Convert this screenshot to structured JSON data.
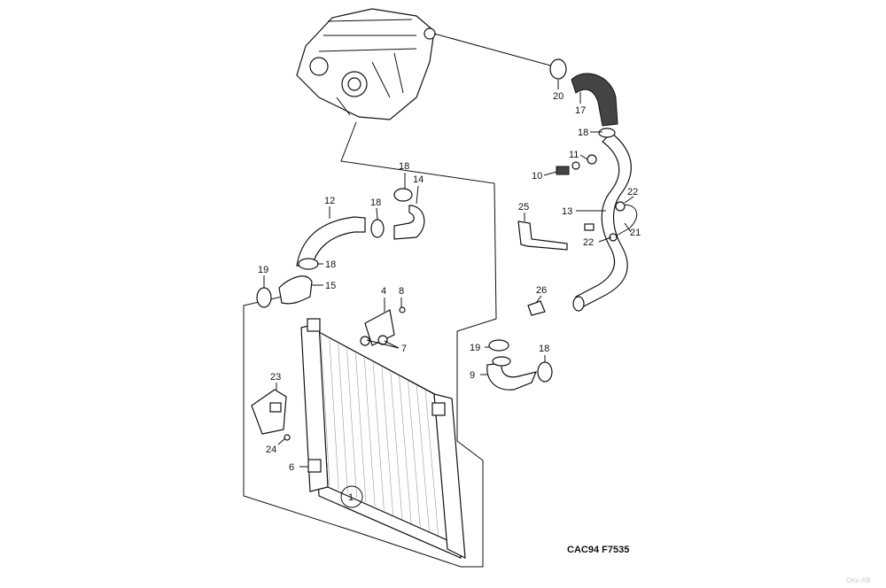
{
  "callouts": {
    "c1": "1",
    "c4": "4",
    "c6": "6",
    "c7": "7",
    "c8": "8",
    "c9": "9",
    "c10": "10",
    "c11": "11",
    "c12": "12",
    "c13": "13",
    "c14": "14",
    "c15": "15",
    "c17": "17",
    "c18a": "18",
    "c18b": "18",
    "c18c": "18",
    "c18d": "18",
    "c18e": "18",
    "c19a": "19",
    "c19b": "19",
    "c20": "20",
    "c21": "21",
    "c22a": "22",
    "c22b": "22",
    "c23": "23",
    "c24": "24",
    "c25": "25",
    "c26": "26"
  },
  "drawing_code": "CAC94 F7535",
  "watermark": "Orio AB"
}
